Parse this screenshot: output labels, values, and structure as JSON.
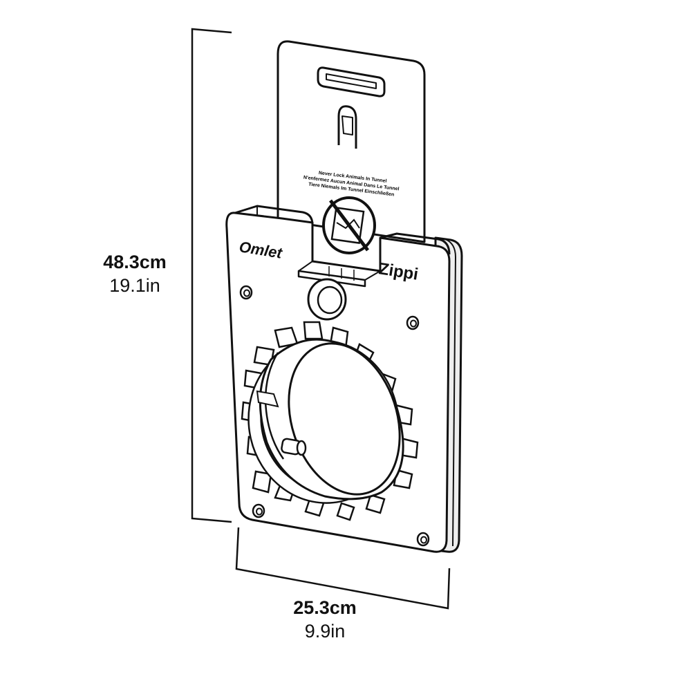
{
  "product": {
    "brand_logo": "Omlet",
    "product_logo": "Zippi",
    "warning_lines": [
      "Never Lock Animals In Tunnel",
      "N'enfermez Aucun Animal Dans Le Tunnel",
      "Tiere Niemals Im Tunnel Einschließen"
    ]
  },
  "dimensions": {
    "height": {
      "metric": "48.3cm",
      "imperial": "19.1in"
    },
    "width": {
      "metric": "25.3cm",
      "imperial": "9.9in"
    }
  },
  "colors": {
    "line": "#111111",
    "fill": "#ffffff",
    "shade": "#f1f1f1"
  }
}
